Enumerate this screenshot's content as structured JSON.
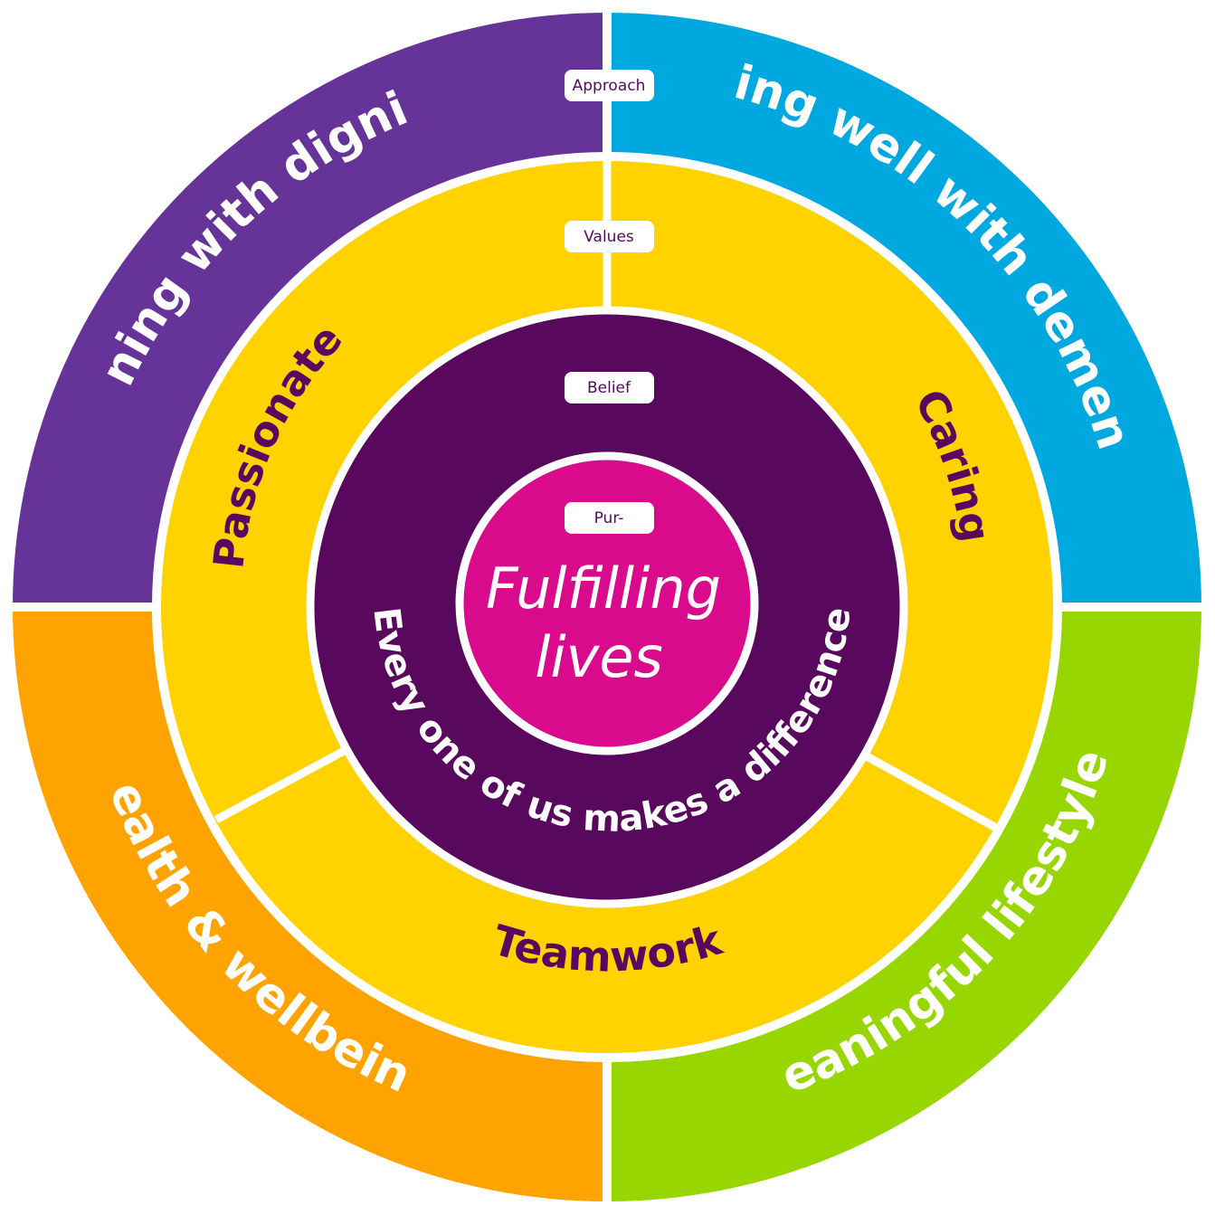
{
  "colors": {
    "approach_top_left": "#663399",
    "approach_top_right": "#00a8e0",
    "approach_bottom_left": "#ffa300",
    "approach_bottom_right": "#97d600",
    "values_ring": "#ffd200",
    "values_text": "#58095e",
    "belief_ring": "#58095e",
    "purpose_circle": "#d90b8c",
    "divider": "#ffffff",
    "tag_text": "#58095e"
  },
  "tags": {
    "approach": "Approach",
    "values": "Values",
    "belief": "Belief",
    "purpose": "Pur-"
  },
  "approach": {
    "top_left": "Dining with dignity",
    "top_right": "Living well with dementia",
    "bottom_left": "Health & wellbeing",
    "bottom_right": "Meaningful lifestyles"
  },
  "values": {
    "left": "Passionate",
    "right": "Caring",
    "bottom": "Teamwork"
  },
  "belief": {
    "text": "Every one of us makes a difference"
  },
  "purpose": {
    "line1": "Fulfilling",
    "line2": "lives"
  }
}
